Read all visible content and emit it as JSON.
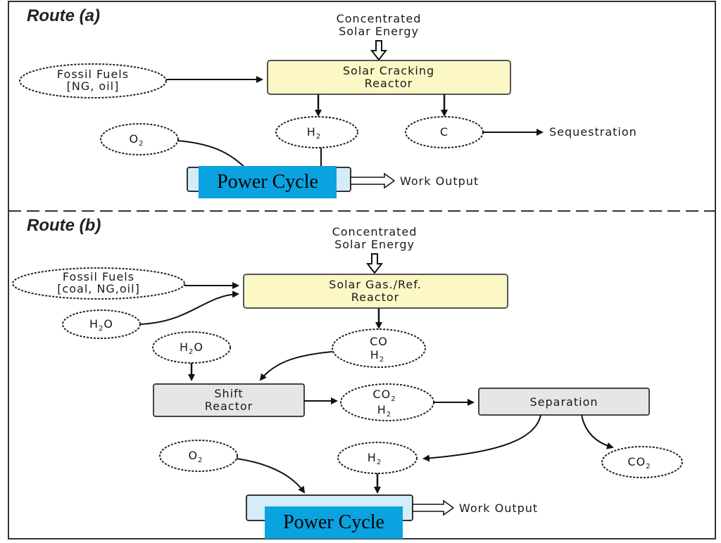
{
  "route_a": {
    "title": "Route (a)",
    "solar_line1": "Concentrated",
    "solar_line2": "Solar Energy",
    "fossil_line1": "Fossil Fuels",
    "fossil_line2": "[NG, oil]",
    "reactor_line1": "Solar Cracking",
    "reactor_line2": "Reactor",
    "o2": "O",
    "o2_sub": "2",
    "h2": "H",
    "h2_sub": "2",
    "c": "C",
    "sequestration": "Sequestration",
    "power_cycle": "Power Cycle",
    "work_output": "Work Output"
  },
  "route_b": {
    "title": "Route (b)",
    "solar_line1": "Concentrated",
    "solar_line2": "Solar Energy",
    "fossil_line1": "Fossil Fuels",
    "fossil_line2": "[coal, NG,oil]",
    "h2o_in": "H",
    "h2o_in_sub": "2",
    "h2o_in_end": "O",
    "reactor_line1": "Solar Gas./Ref.",
    "reactor_line2": "Reactor",
    "h2o_shift": "H",
    "h2o_shift_sub": "2",
    "h2o_shift_end": "O",
    "co": "CO",
    "co_h2": "H",
    "co_h2_sub": "2",
    "shift_line1": "Shift",
    "shift_line2": "Reactor",
    "co2": "CO",
    "co2_sub": "2",
    "co2_h2": "H",
    "co2_h2_sub": "2",
    "separation": "Separation",
    "o2": "O",
    "o2_sub": "2",
    "h2": "H",
    "h2_sub": "2",
    "co2_out": "CO",
    "co2_out_sub": "2",
    "power_cycle": "Power Cycle",
    "work_output": "Work Output"
  },
  "colors": {
    "reactor_fill": "#fbf8c6",
    "process_fill": "#e6e6e6",
    "power_fill": "#d4ecf8",
    "overlay": "#0aa3e0"
  }
}
